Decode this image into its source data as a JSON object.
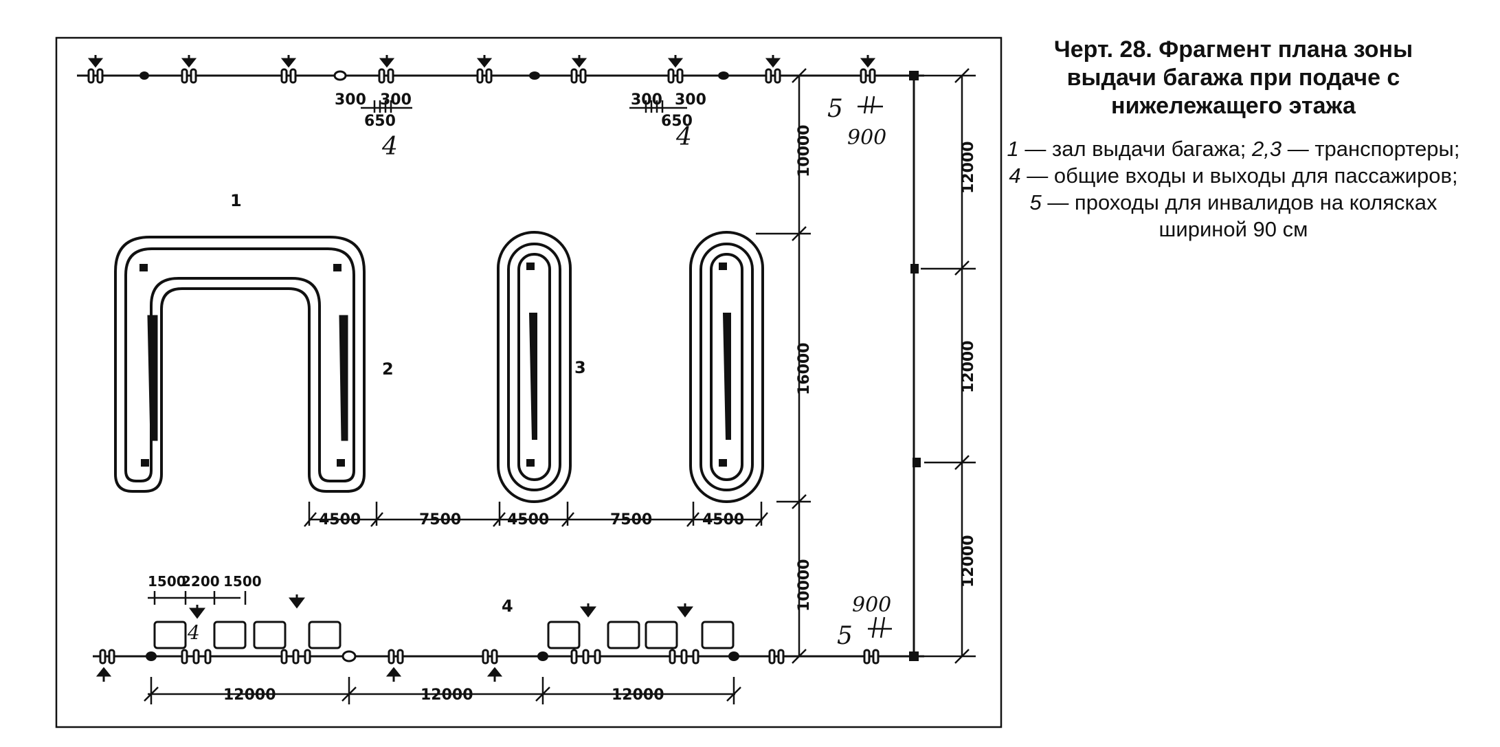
{
  "caption": {
    "title": "Черт. 28. Фрагмент плана зоны выдачи багажа при подаче с нижележащего этажа",
    "legend": [
      {
        "key": "1",
        "text": " — зал выдачи багажа; "
      },
      {
        "key": "2,3",
        "text": " — транспортеры; "
      },
      {
        "key": "4",
        "text": " — общие входы и выходы для пассажиров; "
      },
      {
        "key": "5",
        "text": " — проходы для инвалидов на колясках шириной 90 см"
      }
    ]
  },
  "drawing": {
    "labels": {
      "hall": "1",
      "conveyor_a": "2",
      "conveyor_b": "3",
      "entrance_top_left": "4",
      "entrance_top_right": "4",
      "entrance_bottom_center": "4",
      "entrance_bottom_left": "4",
      "wheelchair_top": "5",
      "wheelchair_bottom": "5"
    },
    "dims": {
      "door_side": "300",
      "door_middle": "650",
      "wheelchair_width": "900",
      "vert_10000": "10000",
      "vert_16000": "16000",
      "vert_12000": "12000",
      "conv_width": "4500",
      "conv_gap": "7500",
      "bottom_12000": "12000",
      "vest_1500": "1500",
      "vest_2200": "2200"
    }
  }
}
